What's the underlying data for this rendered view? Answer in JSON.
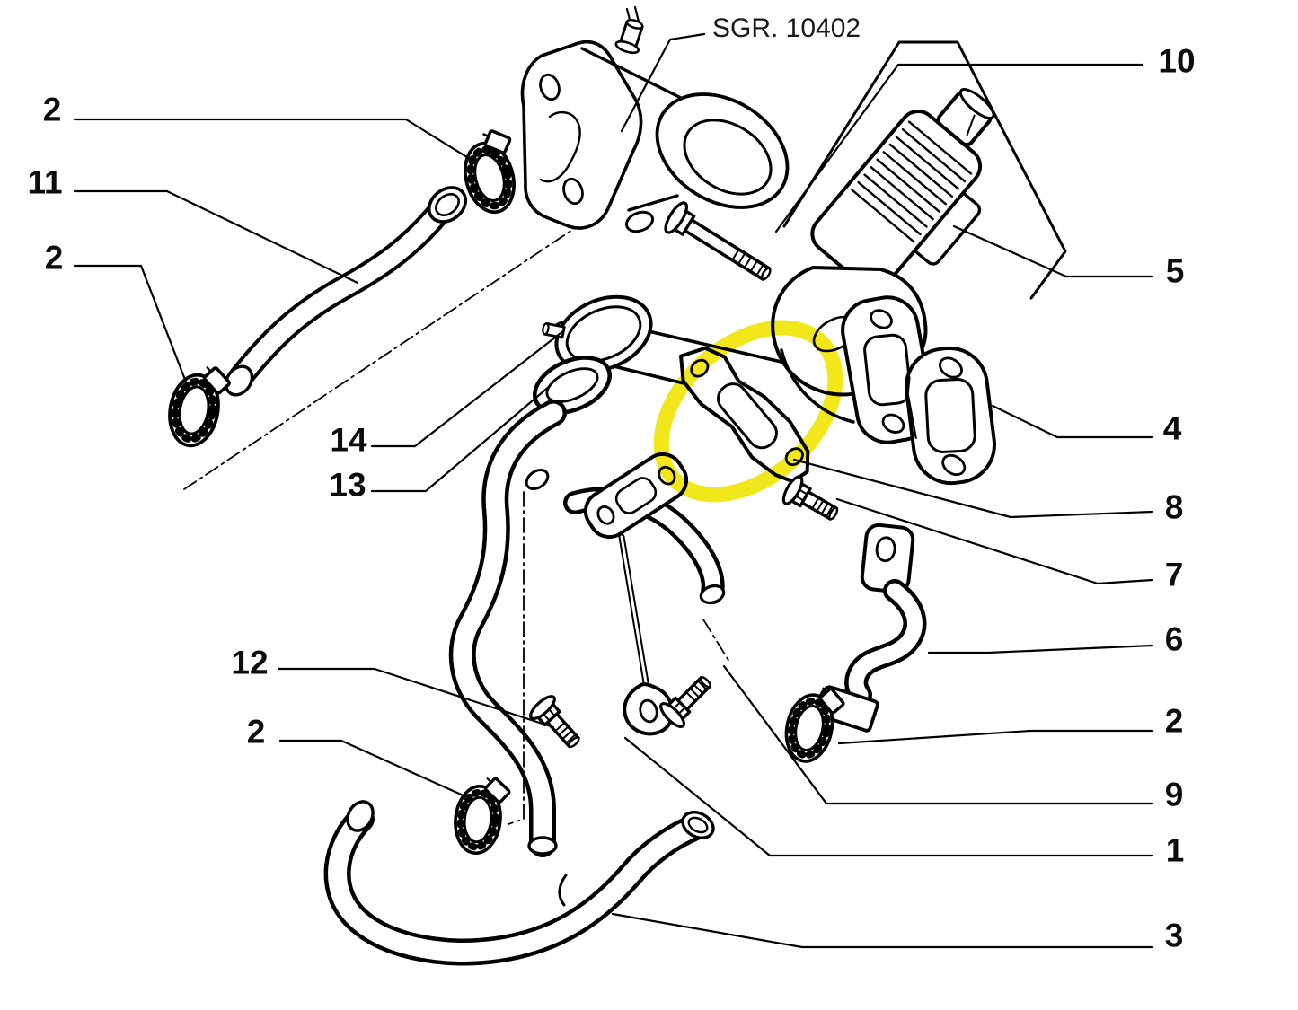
{
  "figure": {
    "type": "exploded-parts-diagram",
    "reference_label": "SGR. 10402",
    "highlight_color": "#F2E60D",
    "line_color": "#000000",
    "background_color": "#FFFFFF"
  },
  "callouts": [
    {
      "label": "2"
    },
    {
      "label": "11"
    },
    {
      "label": "2"
    },
    {
      "label": "14"
    },
    {
      "label": "13"
    },
    {
      "label": "12"
    },
    {
      "label": "2"
    },
    {
      "label": "10"
    },
    {
      "label": "5"
    },
    {
      "label": "4"
    },
    {
      "label": "8"
    },
    {
      "label": "7"
    },
    {
      "label": "6"
    },
    {
      "label": "2"
    },
    {
      "label": "9"
    },
    {
      "label": "1"
    },
    {
      "label": "3"
    }
  ]
}
